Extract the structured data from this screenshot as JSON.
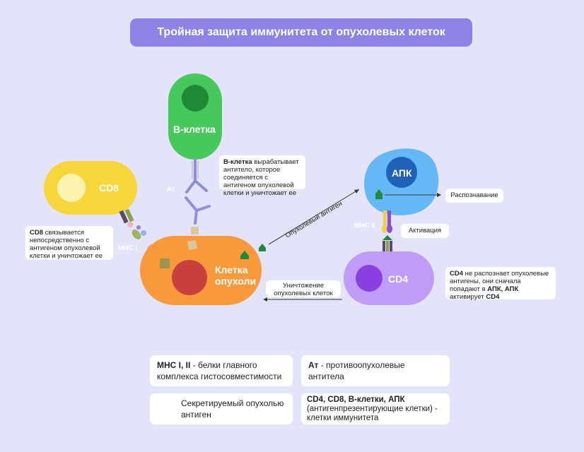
{
  "title": "Тройная защита иммунитета от опухолевых клеток",
  "cells": {
    "b_cell": "В-клетка",
    "cd8": "CD8",
    "apc": "АПК",
    "tumor_line1": "Клетка",
    "tumor_line2": "опухоли",
    "cd4": "CD4"
  },
  "labels": {
    "antibody": "Ат",
    "mhc1": "MHC I",
    "mhc2": "MHC II",
    "tumor_antigen": "Опухолевый антиген",
    "recognition": "Распознавание",
    "activation": "Активация",
    "destruction_line1": "Уничтожение",
    "destruction_line2": "опухолевых клеток"
  },
  "notes": {
    "bcell_bold": "В-клетка",
    "bcell_text": " вырабатывает антитело, которое соединяется с антигеном опухолевой клетки и уничтожает ее",
    "cd8_bold": "CD8",
    "cd8_text": " связывается непосредственно с антигеном опухолевой клетки и уничтожает ее",
    "cd4_bold1": "CD4",
    "cd4_text1": " не распознает опухолевые антигены, они сначала попадают в ",
    "cd4_bold2": "АПК, АПК",
    "cd4_text2": " активирует ",
    "cd4_bold3": "CD4"
  },
  "legend": {
    "mhc_bold": "MHC I, II",
    "mhc_text": " - белки главного комплекса гистосовместимости",
    "at_bold": "Ат",
    "at_text": " - противоопухолевые антитела",
    "antigen_text": "Секретируемый опухолью антиген",
    "cells_bold": "CD4, CD8, В-клетки, АПК",
    "cells_text": " (антигенпрезентирующие клетки) - клетки иммунитета"
  },
  "colors": {
    "background": "#e3e3f9",
    "title_bg": "#8d82e6",
    "b_cell": "#46c85c",
    "b_nucleus": "#1f8a35",
    "cd8": "#f7d63c",
    "cd8_nucleus": "#fdf3b0",
    "tumor": "#f89a3c",
    "tumor_nucleus": "#c8403e",
    "apc": "#63b8f5",
    "apc_nucleus": "#2062b8",
    "cd4": "#bf9cf7",
    "cd4_nucleus": "#8a3fe0",
    "antigen": "#1d8a3c"
  }
}
